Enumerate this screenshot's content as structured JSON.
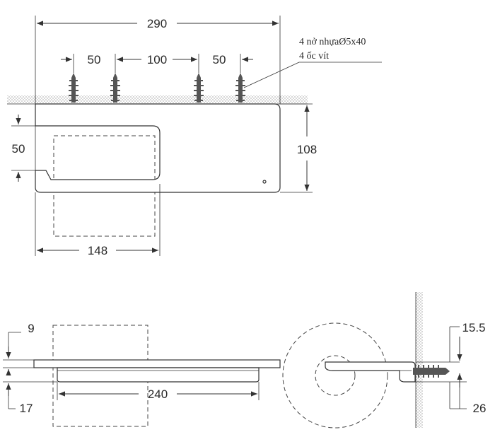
{
  "top_view": {
    "dim_width": "290",
    "dim_spacing_left": "50",
    "dim_spacing_mid": "100",
    "dim_spacing_right": "50",
    "dim_height": "108",
    "dim_opening": "50",
    "dim_arm_length": "148",
    "note_anchors": "4 nở nhựaØ5x40",
    "note_screws": "4 ốc vít"
  },
  "front_view": {
    "dim_thickness": "9",
    "dim_depth": "17",
    "dim_bar_length": "240"
  },
  "side_view": {
    "dim_top": "15.5",
    "dim_bottom": "26"
  }
}
